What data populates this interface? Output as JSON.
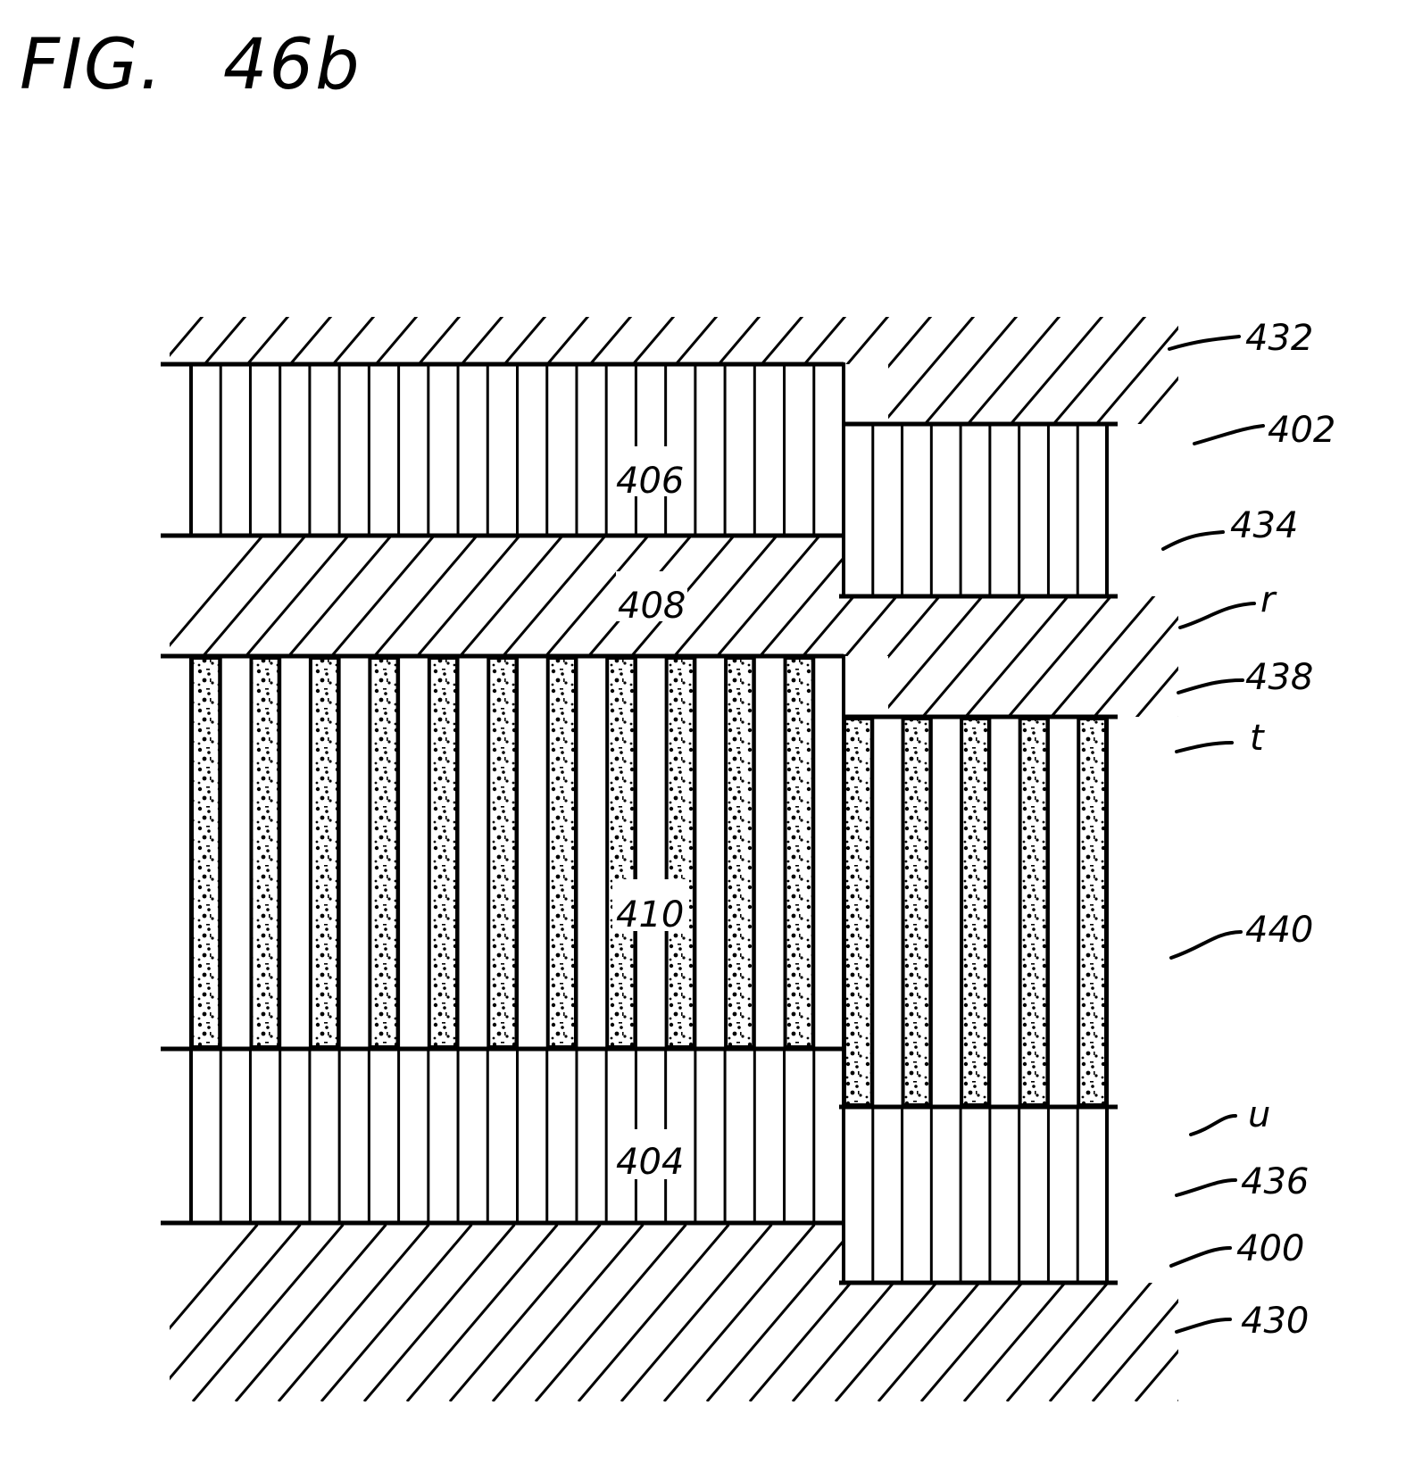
{
  "figure": {
    "title": "FIG.  46b",
    "colors": {
      "ink": "#000000",
      "paper": "#ffffff"
    }
  },
  "layers": {
    "hatch_top": {
      "ref": "432",
      "pattern": "diagonal-hatch"
    },
    "upper_left_columns": {
      "ref": "406",
      "pattern": "vertical-columns"
    },
    "upper_right_columns": {
      "ref": "434",
      "pattern": "vertical-columns"
    },
    "hatch_middle": {
      "ref": "408",
      "pattern": "diagonal-hatch"
    },
    "hatch_step": {
      "ref": "438",
      "pattern": "diagonal-hatch"
    },
    "left_stipple_columns": {
      "ref": "410",
      "pattern": "alternating-stipple-columns"
    },
    "right_stipple_columns": {
      "ref": "440",
      "pattern": "alternating-stipple-columns"
    },
    "lower_left_columns": {
      "ref": "404",
      "pattern": "vertical-columns"
    },
    "lower_right_columns": {
      "ref": "436",
      "pattern": "vertical-columns"
    },
    "hatch_bottom": {
      "ref": "430",
      "pattern": "diagonal-hatch"
    }
  },
  "inner_labels": [
    {
      "id": "406",
      "text": "406"
    },
    {
      "id": "408",
      "text": "408"
    },
    {
      "id": "410",
      "text": "410"
    },
    {
      "id": "404",
      "text": "404"
    }
  ],
  "callouts": [
    {
      "id": "432",
      "text": "432"
    },
    {
      "id": "402",
      "text": "402"
    },
    {
      "id": "434",
      "text": "434"
    },
    {
      "id": "r",
      "text": "r"
    },
    {
      "id": "438",
      "text": "438"
    },
    {
      "id": "t",
      "text": "t"
    },
    {
      "id": "440",
      "text": "440"
    },
    {
      "id": "u",
      "text": "u"
    },
    {
      "id": "436",
      "text": "436"
    },
    {
      "id": "400",
      "text": "400"
    },
    {
      "id": "430",
      "text": "430"
    }
  ]
}
